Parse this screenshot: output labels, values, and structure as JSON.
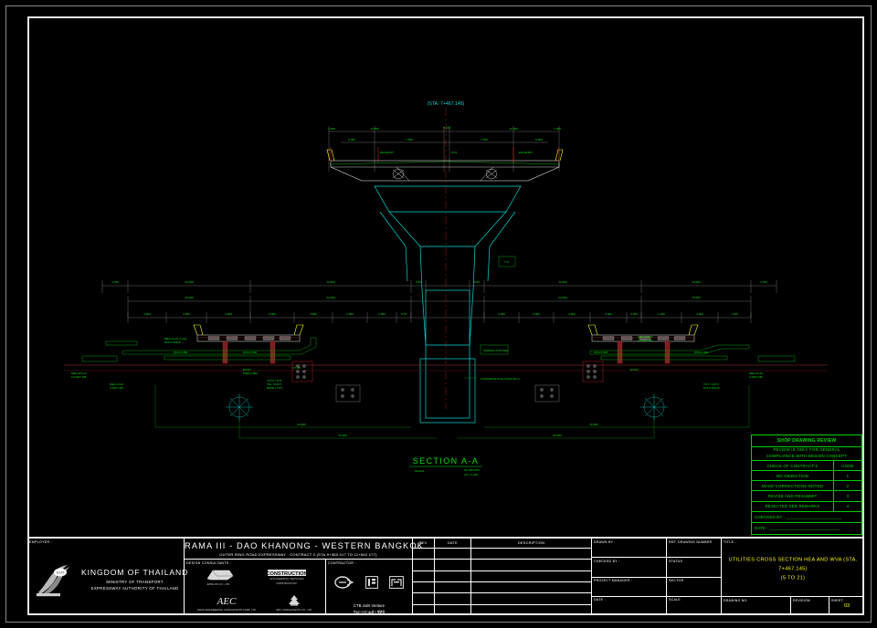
{
  "sheet": {
    "background": "#000000",
    "border_color": "#e8e8e8",
    "drawing_type": "CAD structural cross-section drawing"
  },
  "drawing": {
    "station_label": "(STA. 7+467.145)",
    "section_label": "SECTION A-A",
    "section_scale_line1": "AS SHOWN",
    "section_scale_line2": "A3 = 1:200",
    "top_dims": [
      "1.500",
      "12.350",
      "0.100",
      "12.350",
      "1.500"
    ],
    "top_sub_dims": [
      "5.000",
      "7.350",
      "7.350",
      "5.000"
    ],
    "top_markers": [
      "EDGE/JNT",
      "PC3",
      "EDGE/JNT"
    ],
    "chain_upper": [
      "4.750",
      "15.000",
      "19.500",
      "0.60",
      "0.60",
      "19.500",
      "15.000",
      "4.750"
    ],
    "chain_mid": [
      "16.000",
      "22.000",
      "22.000",
      "15.000"
    ],
    "chain_lower": [
      "3.500",
      "4.300",
      "4.300",
      "3.000",
      "3.000",
      "2.500",
      "2.500",
      "0.700",
      "3.000",
      "3.000",
      "3.000",
      "3.000",
      "3.000",
      "4.300",
      "4.300",
      "7.400"
    ],
    "center_tag": "T=1",
    "footing_note": "SPREAD FOOTING",
    "pile_note": "CONCRETE PILE 0.60x0.60 m",
    "colors": {
      "structure": "#00d8d8",
      "dimension_text": "#00e000",
      "ground_line": "#b03030",
      "barrier": "#ffff00",
      "pier_axis": "#d02020",
      "utility": "#00b000",
      "grid": "#9a9a9a"
    }
  },
  "review_stamp": {
    "title": "SHOP DRAWING REVIEW",
    "subtitle_line1": "REVIEW IS ONLY FOR GENERAL",
    "subtitle_line2": "COMPLIANCE WITH DESIGN CONCEPT",
    "column_header": "CHECK OF CONTRACT'S",
    "column_code": "CODE",
    "rows": [
      {
        "label": "NO OBJECTION",
        "code": "1"
      },
      {
        "label": "MAKE CORRECTIONS NOTED",
        "code": "2"
      },
      {
        "label": "REVISE AND RESUBMIT",
        "code": "3"
      },
      {
        "label": "REJECTED SEE REMARKS",
        "code": "4"
      }
    ],
    "footer_checked": "CHECKED BY : _______________________",
    "footer_date": "DATE : _____________________________"
  },
  "title_block": {
    "owner": {
      "tag": "EMPLOYER :",
      "name": "KINGDOM OF THAILAND",
      "ministry": "MINISTRY OF TRANSPORT",
      "authority": "EXPRESSWAY AUTHORITY OF THAILAND"
    },
    "project": {
      "name": "RAMA III - DAO KHANONG - WESTERN BANGKOK",
      "subtitle": "OUTER RING ROAD EXPRESSWAY : CONTRACT 2 (STA.9+360.017 TO 11+562.177)"
    },
    "consultants": {
      "tag": "DESIGN CONSULTANTS :",
      "entries": [
        {
          "caption": "EPSILON CO., LTD."
        },
        {
          "caption": "CONSTRUCTION"
        },
        {
          "caption": "ASIAN ENGINEERING CONSULTANTS CORP. LTD."
        },
        {
          "caption": "WAY CONSULTANTS CO., LTD."
        }
      ]
    },
    "contractor": {
      "tag": "CONTRACTOR :",
      "name": "CTB Joint Venture",
      "name_th": "กิจการร่วมค้า ซีทีบี"
    },
    "revision_table": {
      "headers": [
        "REV.",
        "DATE",
        "DESCRIPTION"
      ],
      "rows": [
        {
          "rev": "",
          "date": "",
          "description": ""
        },
        {
          "rev": "",
          "date": "",
          "description": ""
        },
        {
          "rev": "",
          "date": "",
          "description": ""
        },
        {
          "rev": "",
          "date": "",
          "description": ""
        },
        {
          "rev": "",
          "date": "",
          "description": ""
        },
        {
          "rev": "",
          "date": "",
          "description": ""
        }
      ]
    },
    "signatures": [
      {
        "left": "DRAWN BY :",
        "right": "REF. DRAWING NUMBER"
      },
      {
        "left": "CHECKED BY :",
        "right": "STATUS"
      },
      {
        "left": "PROJECT MANAGER :",
        "right": "SECTOR"
      },
      {
        "left": "DATE :",
        "right": "SCALE"
      }
    ],
    "drawing_title": {
      "tag": "TITLE :",
      "line1": "UTILITIES CROSS SECTION HEA AND WVA (STA. 7+467.145)",
      "line2": "(5 TO 21)"
    },
    "footer": {
      "drawing_no_label": "DRAWING NO.",
      "drawing_no_value": "",
      "revision_label": "REVISION",
      "revision_value": "",
      "sheet_label": "SHEET",
      "sheet_value": "03"
    }
  }
}
